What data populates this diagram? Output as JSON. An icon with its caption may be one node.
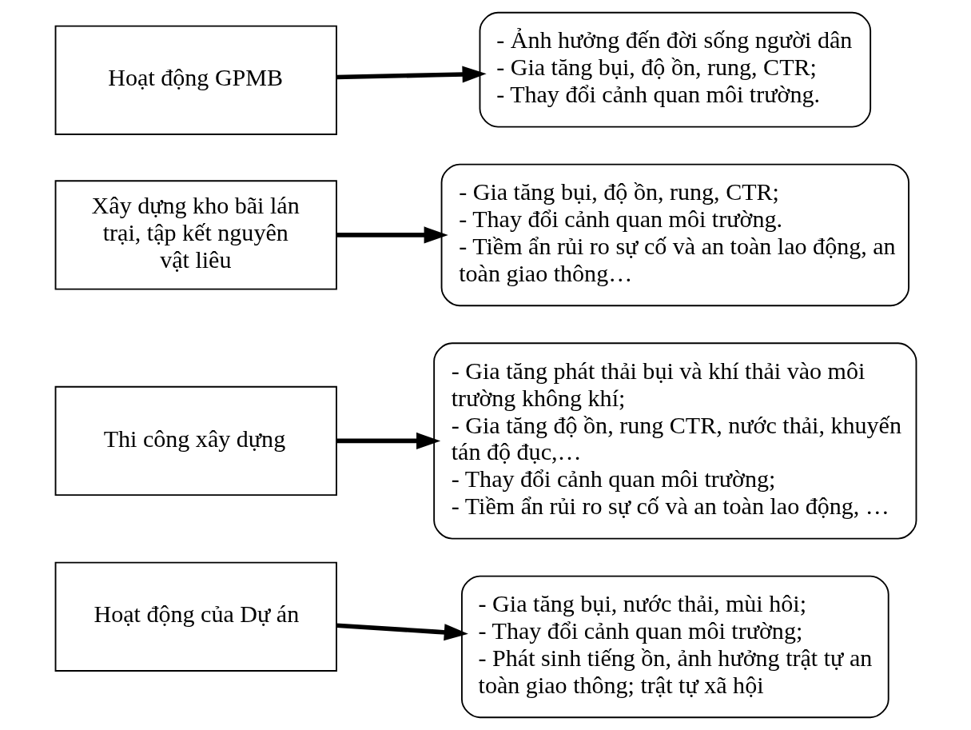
{
  "diagram": {
    "nodes": [
      {
        "text": [
          "Hoạt động GPMB"
        ]
      },
      {
        "text": [
          "- Ảnh hưởng đến đời sống người dân",
          "- Gia tăng bụi, độ ồn, rung, CTR;",
          "- Thay đổi cảnh quan môi trường."
        ]
      },
      {
        "text": [
          "Xây dựng kho bãi lán trại, tập kết nguyên vật liêu"
        ]
      },
      {
        "text": [
          "- Gia tăng bụi, độ ồn, rung, CTR;",
          "- Thay đổi cảnh quan môi trường.",
          "- Tiềm ẩn rủi ro sự cố và an toàn lao động, an toàn giao thông…"
        ]
      },
      {
        "text": [
          "Thi công xây dựng"
        ]
      },
      {
        "text": [
          "- Gia tăng phát thải bụi và khí thải vào môi trường không khí;",
          "- Gia tăng độ ồn, rung CTR, nước thải, khuyến tán độ đục,…",
          "- Thay đổi cảnh quan môi trường;",
          "- Tiềm ẩn rủi ro sự cố và an toàn lao động, …"
        ]
      },
      {
        "text": [
          "Hoạt động của Dự án"
        ]
      },
      {
        "text": [
          "- Gia tăng bụi, nước thải, mùi hôi;",
          "- Thay đổi cảnh quan môi trường;",
          "- Phát sinh tiếng ồn, ảnh hưởng trật tự an toàn giao thông; trật tự xã hội"
        ]
      }
    ],
    "edges": [
      {
        "from": 0,
        "to": 1,
        "arrow": "to"
      },
      {
        "from": 2,
        "to": 3,
        "arrow": "to"
      },
      {
        "from": 4,
        "to": 5,
        "arrow": "to"
      },
      {
        "from": 6,
        "to": 7,
        "arrow": "to"
      }
    ]
  }
}
